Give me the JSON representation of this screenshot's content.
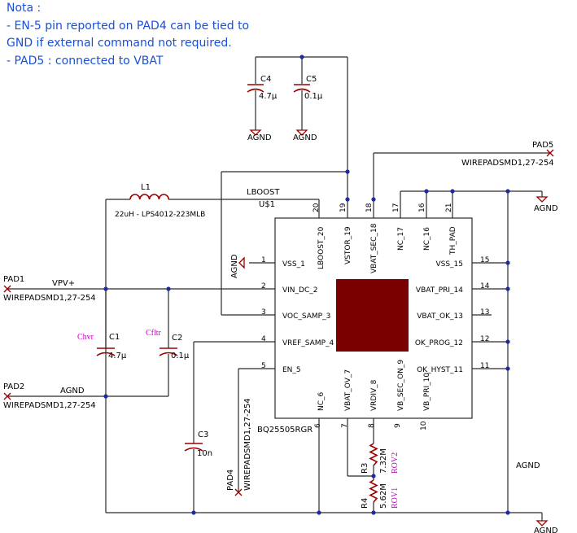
{
  "note": {
    "title": "Nota :",
    "line1": "- EN-5 pin reported on PAD4 can be tied to",
    "line2": "GND if external command not required.",
    "line3": "- PAD5 : connected to VBAT"
  },
  "ic": {
    "ref": "U$1",
    "part": "BQ25505RGR",
    "pins_left": [
      "VSS_1",
      "VIN_DC_2",
      "VOC_SAMP_3",
      "VREF_SAMP_4",
      "EN_5"
    ],
    "pin_nums_left": [
      "1",
      "2",
      "3",
      "4",
      "5"
    ],
    "pins_right": [
      "VSS_15",
      "VBAT_PRI_14",
      "VBAT_OK_13",
      "OK_PROG_12",
      "OK_HYST_11"
    ],
    "pin_nums_right": [
      "15",
      "14",
      "13",
      "12",
      "11"
    ],
    "pins_top": [
      "LBOOST_20",
      "VSTOR_19",
      "VBAT_SEC_18",
      "NC_17",
      "NC_16",
      "TH_PAD"
    ],
    "pin_nums_top": [
      "20",
      "19",
      "18",
      "17",
      "16",
      "21"
    ],
    "pins_bottom": [
      "NC_6",
      "VBAT_OV_7",
      "VRDIV_8",
      "VB_SEC_ON_9",
      "VB_PRI_10"
    ],
    "pin_nums_bottom": [
      "6",
      "7",
      "8",
      "9",
      "10"
    ]
  },
  "parts": {
    "L1": {
      "ref": "L1",
      "value": "22uH - LPS4012-223MLB"
    },
    "C1": {
      "ref": "C1",
      "value": "4.7µ",
      "name": "Chvr"
    },
    "C2": {
      "ref": "C2",
      "value": "0.1µ",
      "name": "Cfltr"
    },
    "C3": {
      "ref": "C3",
      "value": "10n"
    },
    "C4": {
      "ref": "C4",
      "value": "4.7µ"
    },
    "C5": {
      "ref": "C5",
      "value": "0.1µ"
    },
    "R3": {
      "ref": "R3",
      "value": "7.32M",
      "name": "ROV2"
    },
    "R4": {
      "ref": "R4",
      "value": "5.62M",
      "name": "ROV1"
    }
  },
  "pads": {
    "PAD1": {
      "ref": "PAD1",
      "pkg": "WIREPADSMD1,27-254"
    },
    "PAD2": {
      "ref": "PAD2",
      "pkg": "WIREPADSMD1,27-254"
    },
    "PAD4": {
      "ref": "PAD4",
      "pkg": "WIREPADSMD1,27-254"
    },
    "PAD5": {
      "ref": "PAD5",
      "pkg": "WIREPADSMD1,27-254"
    }
  },
  "nets": {
    "vpv": "VPV+",
    "agnd": "AGND",
    "lboost": "LBOOST"
  },
  "colors": {
    "note_text": "#1a4fd8",
    "component": "#9a0000",
    "junction": "#1e2aa0",
    "wire": "#2a2a2a",
    "thermal_pad": "#7a0000",
    "net_name_pink": "#cc00cc"
  }
}
